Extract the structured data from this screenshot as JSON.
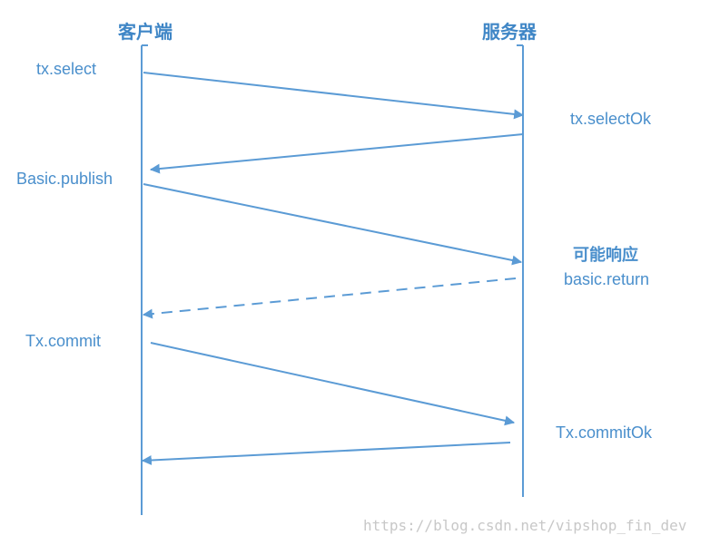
{
  "colors": {
    "line": "#5b9bd5",
    "text": "#4a8fcc",
    "header": "#3f86c6",
    "watermark": "#c8c8c8"
  },
  "headers": {
    "client": "客户端",
    "server": "服务器"
  },
  "messages": [
    {
      "label": "tx.select",
      "direction": "client-to-server",
      "style": "solid"
    },
    {
      "label": "tx.selectOk",
      "direction": "server-to-client",
      "style": "solid"
    },
    {
      "label": "Basic.publish",
      "direction": "client-to-server",
      "style": "solid"
    },
    {
      "label": "basic.return",
      "note": "可能响应",
      "direction": "server-to-client",
      "style": "dashed"
    },
    {
      "label": "Tx.commit",
      "direction": "client-to-server",
      "style": "solid"
    },
    {
      "label": "Tx.commitOk",
      "direction": "server-to-client",
      "style": "solid"
    }
  ],
  "watermark": "https://blog.csdn.net/vipshop_fin_dev"
}
